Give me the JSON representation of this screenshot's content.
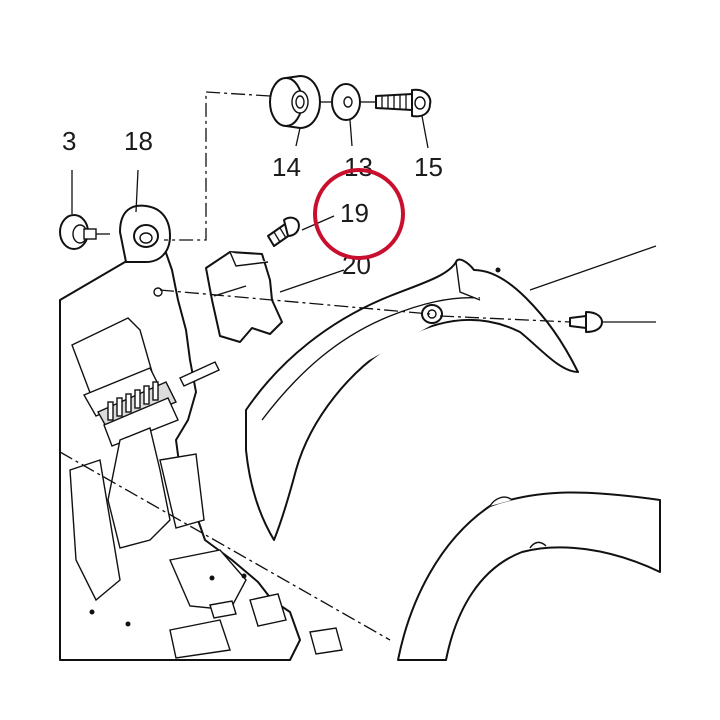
{
  "diagram": {
    "callouts": [
      {
        "id": "3",
        "label": "3"
      },
      {
        "id": "18",
        "label": "18"
      },
      {
        "id": "14",
        "label": "14"
      },
      {
        "id": "13",
        "label": "13"
      },
      {
        "id": "15",
        "label": "15"
      },
      {
        "id": "19",
        "label": "19"
      },
      {
        "id": "20",
        "label": "20"
      }
    ],
    "highlighted_part": "19",
    "colors": {
      "highlight": "#c8102e",
      "line": "#111111",
      "background": "#ffffff"
    }
  }
}
